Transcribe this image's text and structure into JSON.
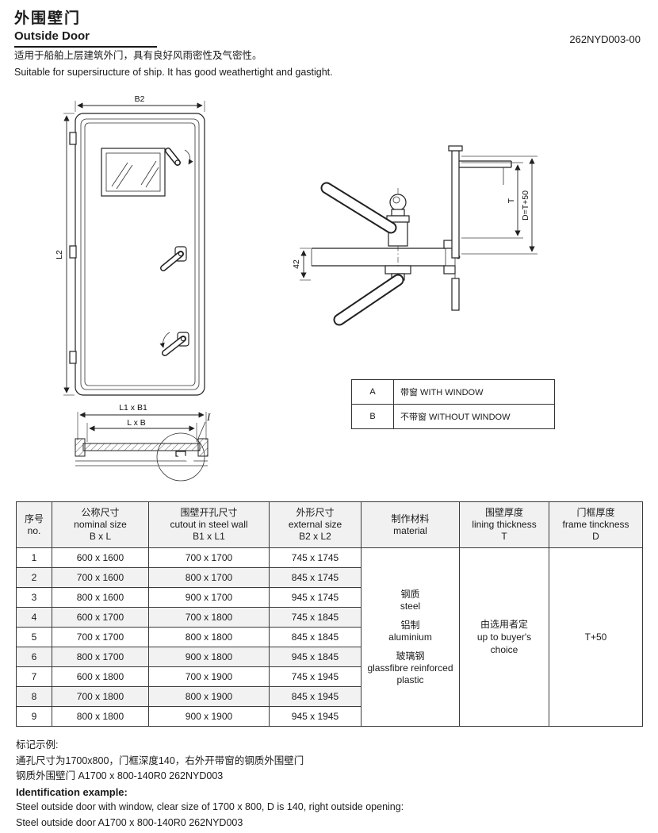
{
  "page": {
    "title_cn": "外围壁门",
    "title_en": "Outside Door",
    "doc_number": "262NYD003-00",
    "desc_cn": "适用于船舶上层建筑外门，具有良好风雨密性及气密性。",
    "desc_en": "Suitable for supersiructure of ship. It has good weathertight and gastight."
  },
  "drawing": {
    "labels": {
      "b2": "B2",
      "l2": "L2",
      "l1b1": "L1 x B1",
      "lb": "L x B",
      "detail": "I",
      "dim42": "42",
      "t": "T",
      "d": "D=T+50"
    }
  },
  "legend": {
    "rows": [
      {
        "key": "A",
        "label": "带窗 WITH WINDOW"
      },
      {
        "key": "B",
        "label": "不带窗 WITHOUT WINDOW"
      }
    ]
  },
  "table": {
    "headers": {
      "no": {
        "cn": "序号",
        "en": "no."
      },
      "nominal": {
        "cn": "公称尺寸",
        "en": "nominal size",
        "sym": "B x L"
      },
      "cutout": {
        "cn": "围壁开孔尺寸",
        "en": "cutout in steel wall",
        "sym": "B1 x L1"
      },
      "external": {
        "cn": "外形尺寸",
        "en": "external size",
        "sym": "B2 x L2"
      },
      "material": {
        "cn": "制作材料",
        "en": "material"
      },
      "lining": {
        "cn": "围壁厚度",
        "en": "lining thickness",
        "sym": "T"
      },
      "frame": {
        "cn": "门框厚度",
        "en": "frame tinckness",
        "sym": "D"
      }
    },
    "rows": [
      {
        "no": "1",
        "nominal": "600 x 1600",
        "cutout": "700 x 1700",
        "external": "745 x 1745"
      },
      {
        "no": "2",
        "nominal": "700 x 1600",
        "cutout": "800 x 1700",
        "external": "845 x 1745"
      },
      {
        "no": "3",
        "nominal": "800 x 1600",
        "cutout": "900 x 1700",
        "external": "945 x 1745"
      },
      {
        "no": "4",
        "nominal": "600 x 1700",
        "cutout": "700 x 1800",
        "external": "745 x 1845"
      },
      {
        "no": "5",
        "nominal": "700 x 1700",
        "cutout": "800 x 1800",
        "external": "845 x 1845"
      },
      {
        "no": "6",
        "nominal": "800 x 1700",
        "cutout": "900 x 1800",
        "external": "945 x 1845"
      },
      {
        "no": "7",
        "nominal": "600 x 1800",
        "cutout": "700 x 1900",
        "external": "745 x 1945"
      },
      {
        "no": "8",
        "nominal": "700 x 1800",
        "cutout": "800 x 1900",
        "external": "845 x 1945"
      },
      {
        "no": "9",
        "nominal": "800 x 1800",
        "cutout": "900 x 1900",
        "external": "945 x 1945"
      }
    ],
    "material_groups": [
      {
        "cn": "钢质",
        "en": "steel"
      },
      {
        "cn": "铝制",
        "en": "aluminium"
      },
      {
        "cn": "玻璃钢",
        "en": "glassfibre reinforced plastic"
      }
    ],
    "lining": {
      "cn": "由选用者定",
      "en1": "up to buyer's",
      "en2": "choice"
    },
    "frame_value": "T+50"
  },
  "footer": {
    "lines": [
      "标记示例:",
      "通孔尺寸为1700x800，门框深度140，右外开带窗的钢质外围壁门",
      "钢质外围壁门 A1700 x 800-140R0 262NYD003",
      "Identification example:",
      "Steel outside door with window, clear size of 1700 x 800, D is 140, right outside opening:",
      "Steel outside door A1700 x 800-140R0 262NYD003"
    ]
  }
}
